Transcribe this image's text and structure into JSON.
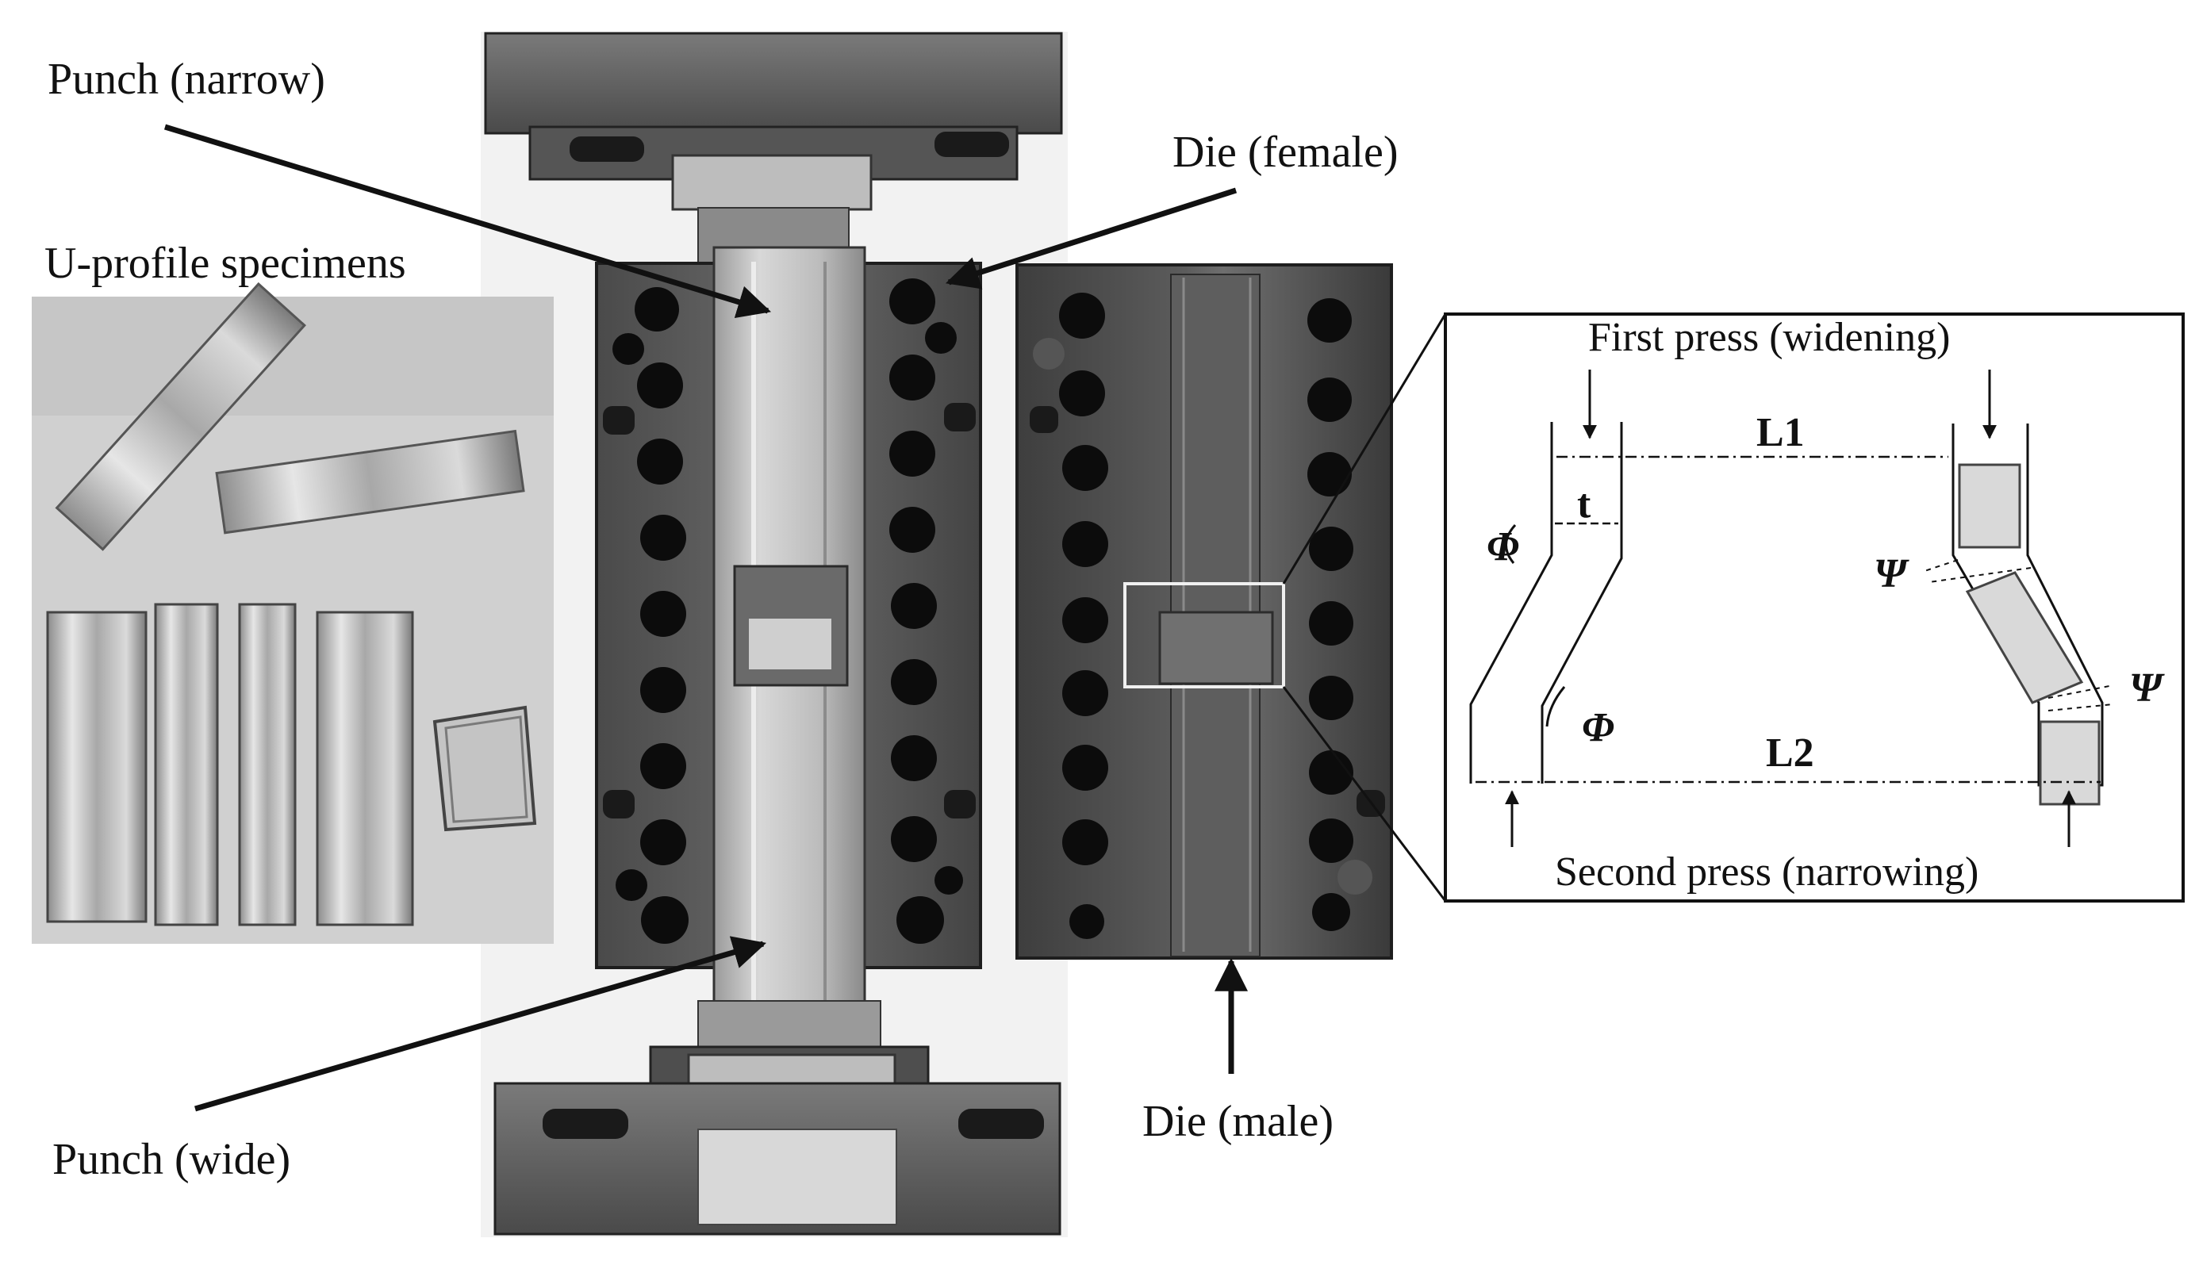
{
  "labels": {
    "punch_narrow": "Punch (narrow)",
    "die_female": "Die (female)",
    "u_profile_specimens": "U-profile specimens",
    "punch_wide": "Punch (wide)",
    "die_male": "Die (male)"
  },
  "schematic": {
    "first_press": "First press (widening)",
    "second_press": "Second press (narrowing)",
    "dim_l1": "L1",
    "dim_l2": "L2",
    "dim_t": "t",
    "angle_phi": "Φ",
    "angle_psi": "Ψ"
  },
  "colors": {
    "steel_dark": "#3a3a3a",
    "steel_mid": "#5a5a5a",
    "steel_light": "#8c8c8c",
    "hole": "#0c0c0c",
    "specimen_bg": "#d4d4d4",
    "aluminium": "#b8b8b8",
    "insert_fill": "#d9d9d9"
  }
}
